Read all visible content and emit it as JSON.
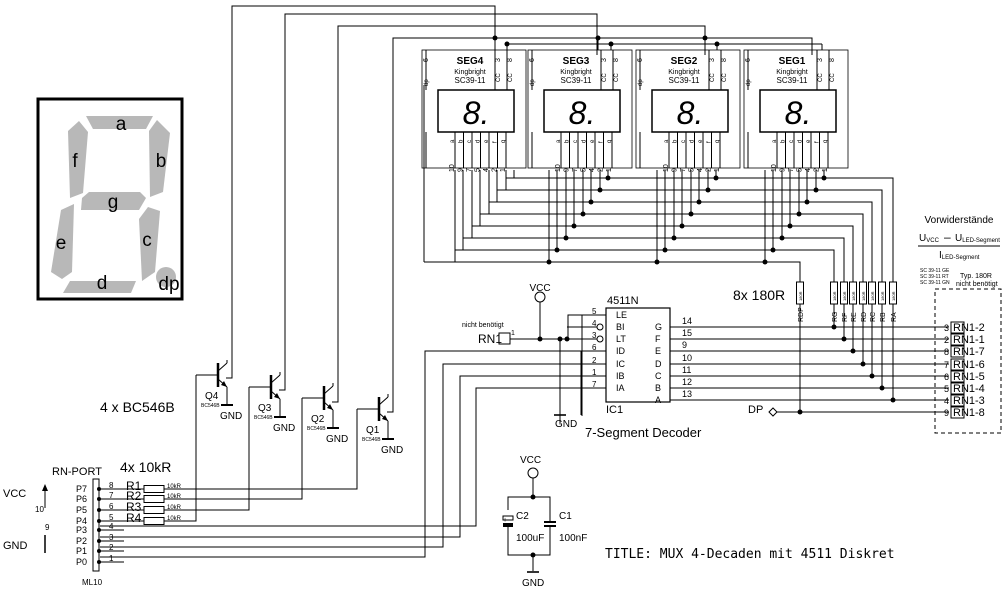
{
  "legend": {
    "segments": [
      {
        "key": "a",
        "label": "a"
      },
      {
        "key": "b",
        "label": "b"
      },
      {
        "key": "c",
        "label": "c"
      },
      {
        "key": "d",
        "label": "d"
      },
      {
        "key": "e",
        "label": "e"
      },
      {
        "key": "f",
        "label": "f"
      },
      {
        "key": "g",
        "label": "g"
      },
      {
        "key": "dp",
        "label": "dp"
      }
    ]
  },
  "displays": [
    {
      "name": "SEG4",
      "maker": "Kingbright",
      "part": "SC39-11"
    },
    {
      "name": "SEG3",
      "maker": "Kingbright",
      "part": "SC39-11"
    },
    {
      "name": "SEG2",
      "maker": "Kingbright",
      "part": "SC39-11"
    },
    {
      "name": "SEG1",
      "maker": "Kingbright",
      "part": "SC39-11"
    }
  ],
  "display_glyph": "8.",
  "display_pins_top": {
    "dp": "dp",
    "p6": "6",
    "p3": "3",
    "p8": "8",
    "cc1": "CC",
    "cc2": "CC"
  },
  "display_pins_bottom": {
    "names": [
      "a",
      "b",
      "c",
      "d",
      "e",
      "f",
      "g"
    ],
    "numbers": [
      "10",
      "9",
      "7",
      "5",
      "4",
      "2",
      "1"
    ]
  },
  "resistor_note": {
    "title": "Vorwiderstände",
    "numerator_u1": "U",
    "numerator_sub1": "VCC",
    "minus": "–",
    "numerator_u2": "U",
    "numerator_sub2": "LED-Segment",
    "denominator": "I",
    "denominator_sub": "LED-Segment",
    "types": [
      "SC 39-11 GE",
      "SC 39-11 RT",
      "SC 39-11 GN"
    ],
    "typical": "Typ. 180R"
  },
  "resistor_array": {
    "label": "8x 180R",
    "names": [
      "RDP",
      "RG",
      "RF",
      "RE",
      "RD",
      "RC",
      "RB",
      "RA"
    ],
    "value": "180R"
  },
  "decoder": {
    "part": "4511N",
    "name": "IC1",
    "caption": "7-Segment Decoder",
    "left_pins": [
      {
        "num": "5",
        "name": "LE"
      },
      {
        "num": "4",
        "name": "BI"
      },
      {
        "num": "3",
        "name": "LT"
      },
      {
        "num": "6",
        "name": "ID"
      },
      {
        "num": "2",
        "name": "IC"
      },
      {
        "num": "1",
        "name": "IB"
      },
      {
        "num": "7",
        "name": "IA"
      }
    ],
    "right_pins": [
      {
        "num": "14",
        "name": "G"
      },
      {
        "num": "15",
        "name": "F"
      },
      {
        "num": "9",
        "name": "E"
      },
      {
        "num": "10",
        "name": "D"
      },
      {
        "num": "11",
        "name": "C"
      },
      {
        "num": "12",
        "name": "B"
      },
      {
        "num": "13",
        "name": "A"
      }
    ]
  },
  "power": {
    "vcc": "VCC",
    "gnd": "GND"
  },
  "transistors": {
    "label": "4 x BC546B",
    "items": [
      {
        "name": "Q4",
        "type": "BC546B"
      },
      {
        "name": "Q3",
        "type": "BC546B"
      },
      {
        "name": "Q2",
        "type": "BC546B"
      },
      {
        "name": "Q1",
        "type": "BC546B"
      }
    ]
  },
  "base_resistors": {
    "label": "4x 10kR",
    "items": [
      {
        "name": "R1",
        "value": "10kR"
      },
      {
        "name": "R2",
        "value": "10kR"
      },
      {
        "name": "R3",
        "value": "10kR"
      },
      {
        "name": "R4",
        "value": "10kR"
      }
    ]
  },
  "rn_port": {
    "title": "RN-PORT",
    "footer": "ML10",
    "pins": [
      {
        "label": "P7",
        "num": "8"
      },
      {
        "label": "P6",
        "num": "7"
      },
      {
        "label": "P5",
        "num": "6"
      },
      {
        "label": "P4",
        "num": "5"
      },
      {
        "label": "P3",
        "num": "4"
      },
      {
        "label": "P2",
        "num": "3"
      },
      {
        "label": "P1",
        "num": "2"
      },
      {
        "label": "P0",
        "num": "1"
      }
    ],
    "vcc_label": "VCC",
    "vcc_pin": "10",
    "gnd_label": "GND",
    "gnd_pin": "9"
  },
  "rn1_conn": {
    "note": "nicht benötigt",
    "label": "RN1",
    "pin": "1"
  },
  "rn_header": {
    "note": "nicht benötigt",
    "rows": [
      {
        "num": "3",
        "label": "RN1-2"
      },
      {
        "num": "2",
        "label": "RN1-1"
      },
      {
        "num": "8",
        "label": "RN1-7"
      },
      {
        "num": "7",
        "label": "RN1-6"
      },
      {
        "num": "6",
        "label": "RN1-5"
      },
      {
        "num": "5",
        "label": "RN1-4"
      },
      {
        "num": "4",
        "label": "RN1-3"
      },
      {
        "num": "9",
        "label": "RN1-8"
      }
    ]
  },
  "dp_label": "DP",
  "caps": [
    {
      "name": "C2",
      "value": "100uF",
      "polarity": "+"
    },
    {
      "name": "C1",
      "value": "100nF"
    }
  ],
  "title_block": "TITLE:  MUX 4-Decaden mit 4511 Diskret"
}
